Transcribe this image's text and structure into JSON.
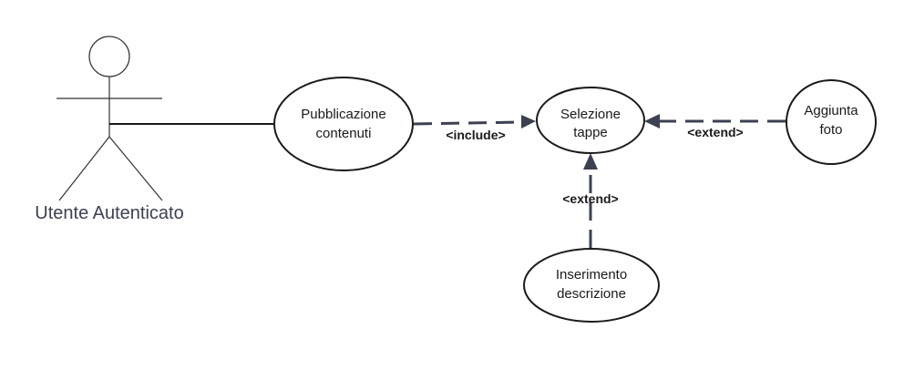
{
  "actor": {
    "label": "Utente Autenticato"
  },
  "use_cases": {
    "pubblicazione": {
      "line1": "Pubblicazione",
      "line2": "contenuti"
    },
    "selezione": {
      "line1": "Selezione",
      "line2": "tappe"
    },
    "aggiunta": {
      "line1": "Aggiunta",
      "line2": "foto"
    },
    "inserimento": {
      "line1": "Inserimento",
      "line2": "descrizione"
    }
  },
  "relations": {
    "include_label": "<include>",
    "extend_foto_label": "<extend>",
    "extend_descr_label": "<extend>"
  },
  "colors": {
    "line": "#1a1a1a",
    "dashed": "#3b4150",
    "actor_text": "#3b4150"
  }
}
